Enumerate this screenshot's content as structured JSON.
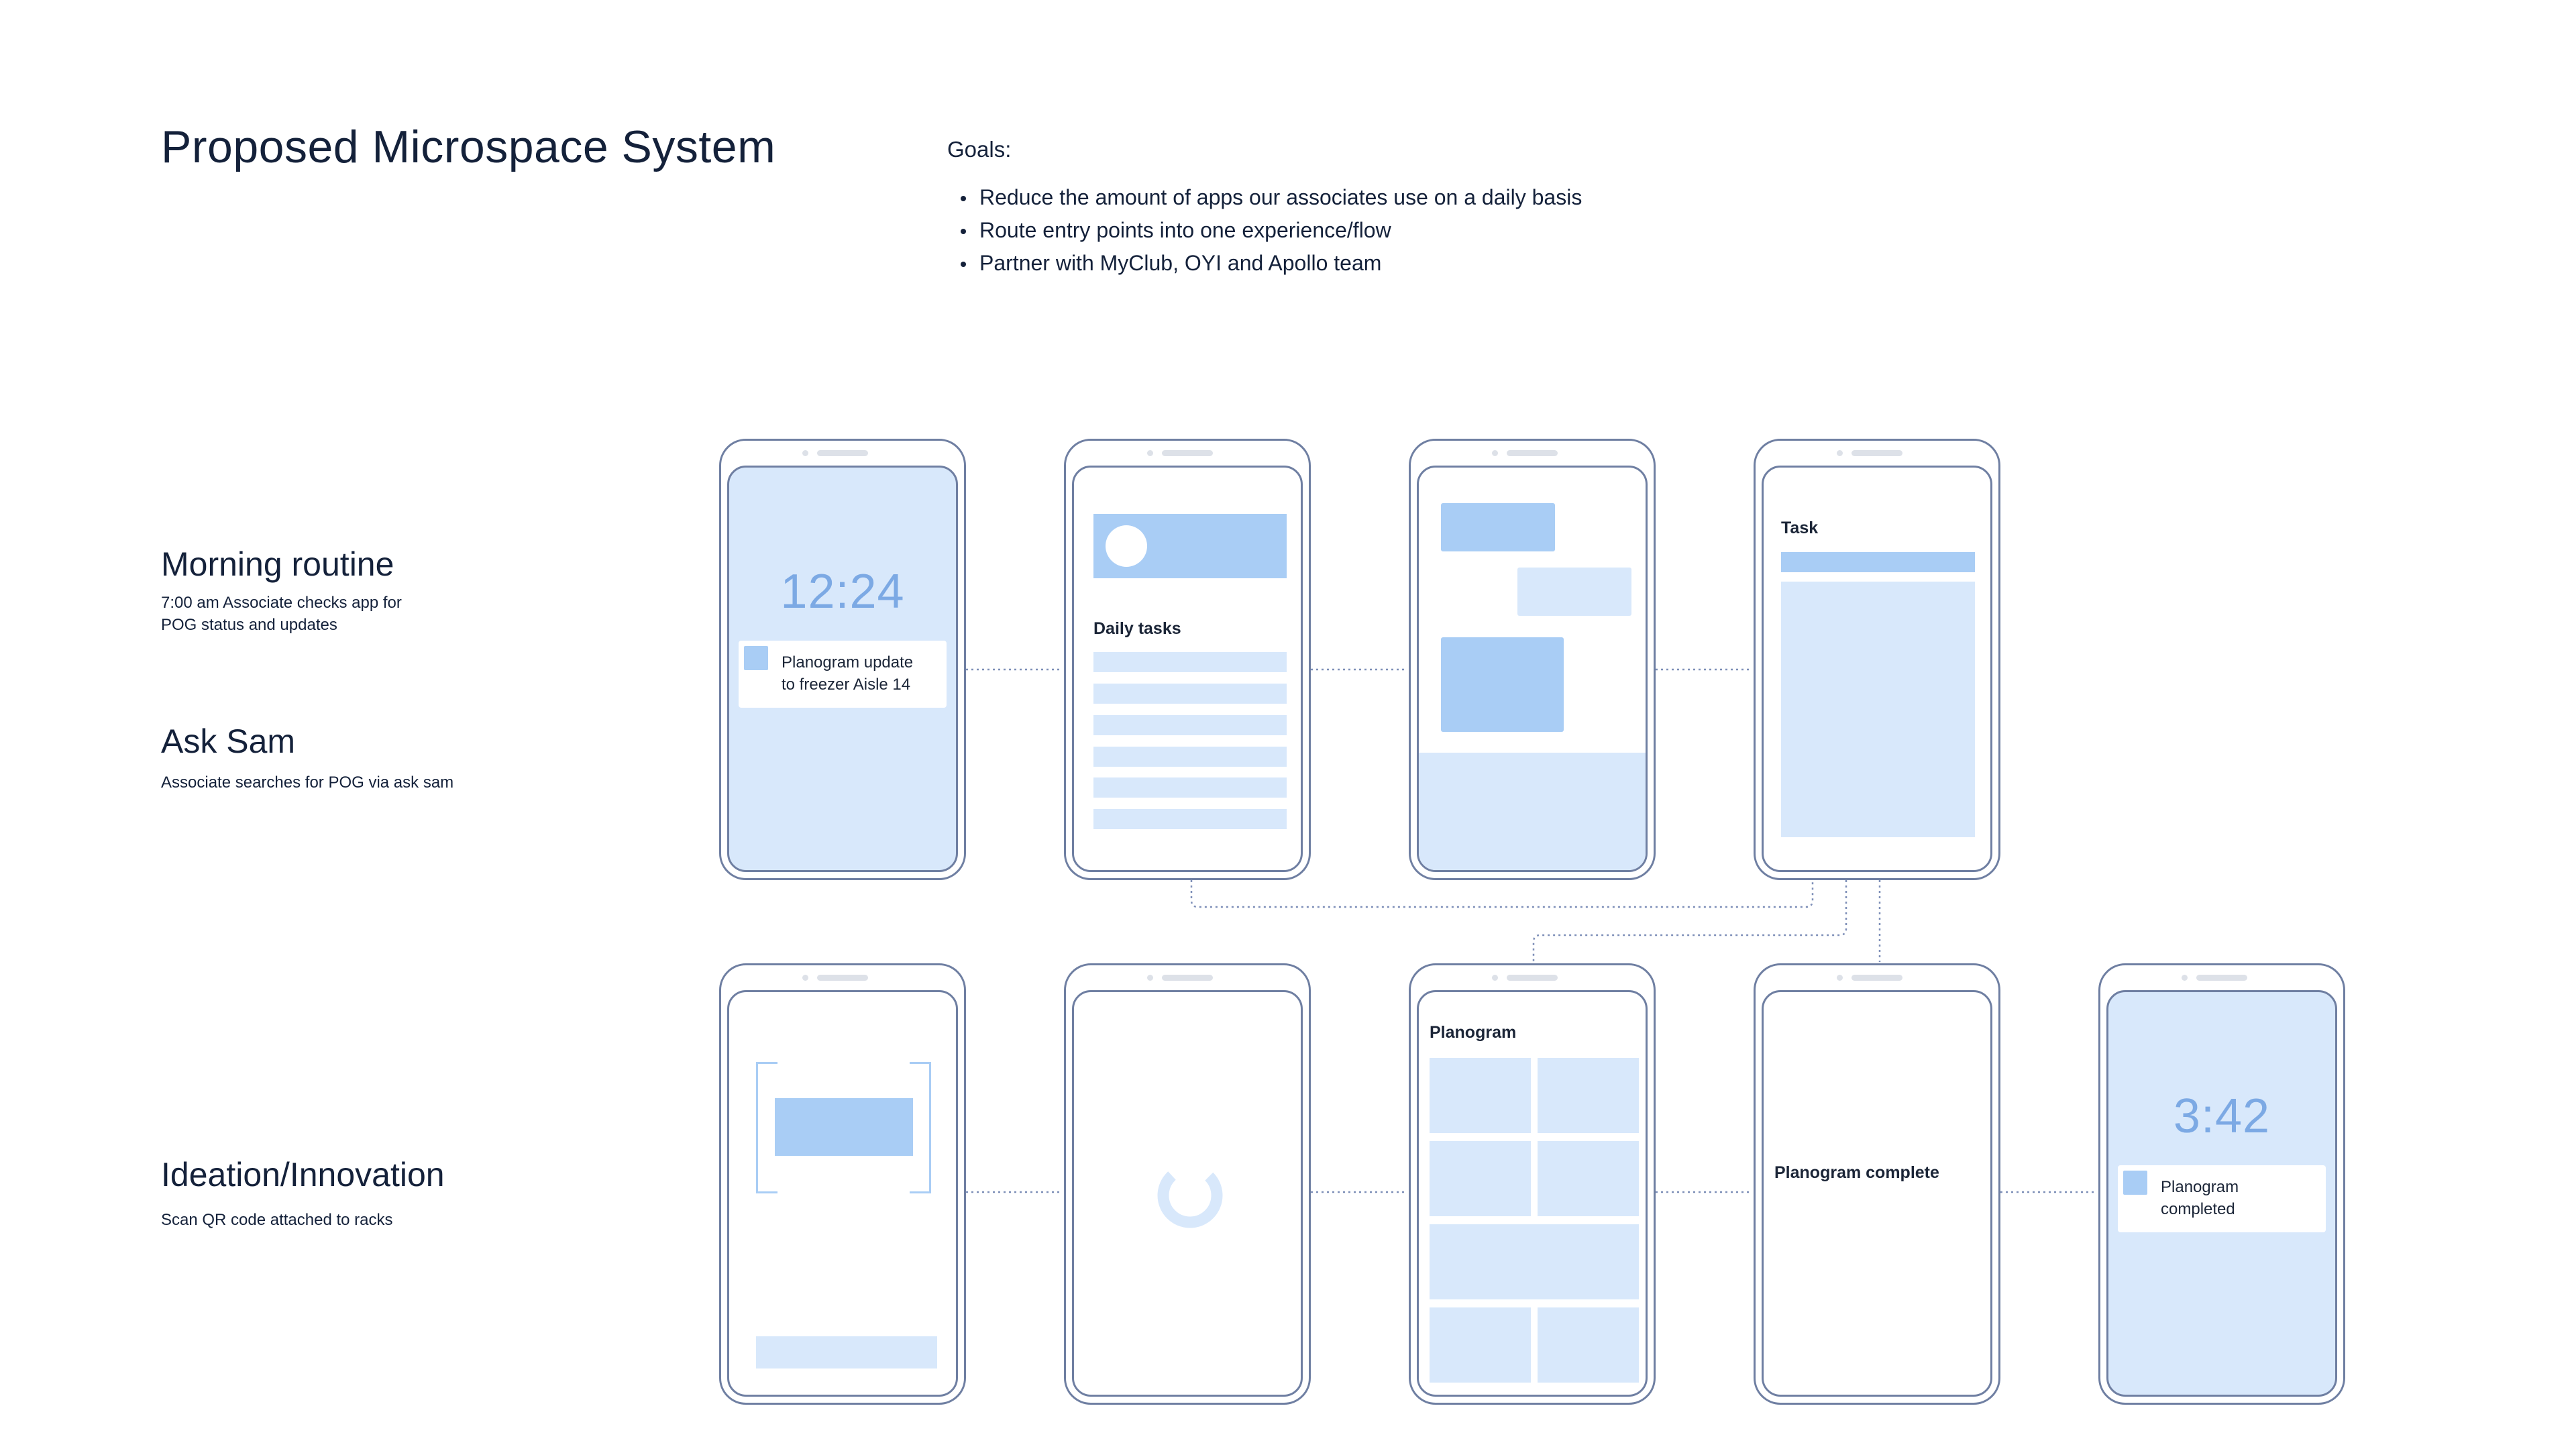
{
  "title": "Proposed Microspace System",
  "goals": {
    "heading": "Goals:",
    "items": [
      "Reduce the amount of apps our associates use on a daily basis",
      "Route entry points into one experience/flow",
      "Partner with MyClub, OYI and Apollo team"
    ]
  },
  "sections": {
    "morning": {
      "title": "Morning routine",
      "desc_line1": "7:00 am Associate checks app for",
      "desc_line2": "POG status and updates"
    },
    "asksam": {
      "title": "Ask Sam",
      "desc": "Associate searches for POG via ask sam"
    },
    "ideation": {
      "title": "Ideation/Innovation",
      "desc": "Scan QR code attached to racks"
    }
  },
  "phones": {
    "lock1": {
      "time": "12:24",
      "notif_line1": "Planogram update",
      "notif_line2": "to freezer Aisle 14"
    },
    "tasks": {
      "heading": "Daily tasks"
    },
    "task": {
      "heading": "Task"
    },
    "planogram": {
      "heading": "Planogram"
    },
    "complete": {
      "heading": "Planogram complete"
    },
    "lock2": {
      "time": "3:42",
      "notif_line1": "Planogram",
      "notif_line2": "completed"
    }
  },
  "colors": {
    "accent": "#7ca9e4",
    "fill_light": "#d8e8fb",
    "fill_medium": "#a9cdf5",
    "outline": "#6f7fa2",
    "connector": "#7e8fb8"
  }
}
